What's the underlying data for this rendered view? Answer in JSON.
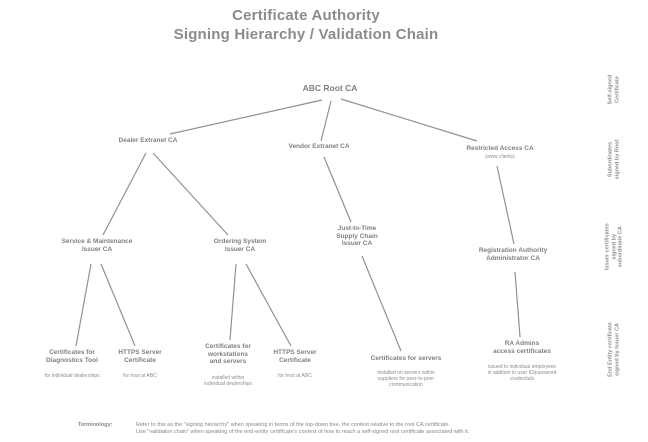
{
  "title": "Certificate Authority\nSigning Hierarchy / Validation Chain",
  "nodes": {
    "root": {
      "label": "ABC Root CA"
    },
    "dealer": {
      "label": "Dealer Extranet CA"
    },
    "vendor": {
      "label": "Vendor Extranet CA"
    },
    "restricted": {
      "label": "Restricted Access CA",
      "sublabel": "(www clients)"
    },
    "service": {
      "label": "Service & Maintenance\nIssuer CA"
    },
    "ordering": {
      "label": "Ordering System\nIssuer CA"
    },
    "jit": {
      "label": "Just-In-Time\nSupply Chain\nIssuer CA"
    },
    "regauth": {
      "label": "Registration Authority\nAdministrator CA"
    },
    "leaf_diag": {
      "label": "Certificates for\nDiagnostics Tool",
      "sublabel": "for individual dealerships"
    },
    "leaf_https1": {
      "label": "HTTPS Server\nCertificate",
      "sublabel": "for host at ABC"
    },
    "leaf_work": {
      "label": "Certificates for\nworkstations\nand servers",
      "sublabel": "installed within\nindividual dealerships"
    },
    "leaf_https2": {
      "label": "HTTPS Server\nCertificate",
      "sublabel": "for host at ABC"
    },
    "leaf_servers": {
      "label": "Certificates for servers",
      "sublabel": "installed on servers within\nsuppliers for peer-to-peer\ncommunication"
    },
    "leaf_ra": {
      "label": "RA Admins\naccess certificates",
      "sublabel": "issued to individual employees\nin addition to user ID/password\ncredentials"
    }
  },
  "side_labels": {
    "tier1": "Self-signed\nCertificate",
    "tier2": "Subordinates\nsigned by Root",
    "tier3": "Issuer certificates\nsigned by\nsubordinate CA",
    "tier4": "End Entity certificate\nsigned by Issuer CA"
  },
  "edges": [
    [
      "root",
      "dealer"
    ],
    [
      "root",
      "vendor"
    ],
    [
      "root",
      "restricted"
    ],
    [
      "dealer",
      "service"
    ],
    [
      "dealer",
      "ordering"
    ],
    [
      "vendor",
      "jit"
    ],
    [
      "restricted",
      "regauth"
    ],
    [
      "service",
      "leaf_diag"
    ],
    [
      "service",
      "leaf_https1"
    ],
    [
      "ordering",
      "leaf_work"
    ],
    [
      "ordering",
      "leaf_https2"
    ],
    [
      "jit",
      "leaf_servers"
    ],
    [
      "regauth",
      "leaf_ra"
    ]
  ],
  "terminology": {
    "label": "Terminology:",
    "text": "Refer to this as the \"signing hierarchy\" when speaking in terms of the top-down tree, the context relative to the root CA certificate.\nUse \"validation chain\" when speaking of the end-entity certificate's context of how to reach a self-signed root certificate associated with it."
  },
  "colors": {
    "text_gray": "#858585",
    "line_gray": "#919191",
    "background": "#ffffff"
  }
}
